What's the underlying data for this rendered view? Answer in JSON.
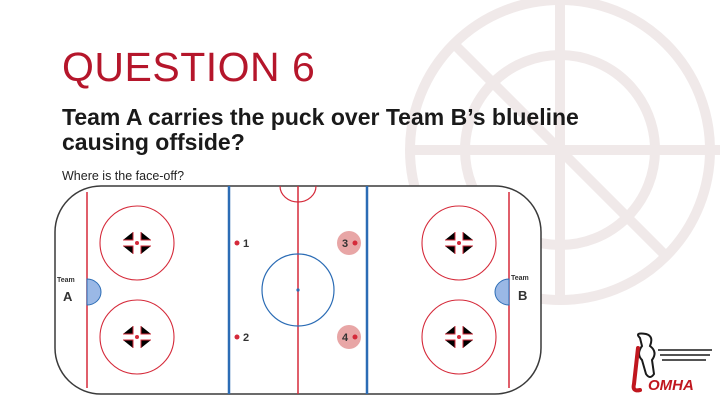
{
  "slide": {
    "title": "QUESTION 6",
    "question": "Team A carries the puck over Team B’s blueline causing offside?",
    "prompt": "Where is the face-off?"
  },
  "rink": {
    "team_left": {
      "label": "Team",
      "letter": "A"
    },
    "team_right": {
      "label": "Team",
      "letter": "B"
    },
    "faceoff_spots": [
      {
        "number": "1",
        "highlighted": false
      },
      {
        "number": "2",
        "highlighted": false
      },
      {
        "number": "3",
        "highlighted": true
      },
      {
        "number": "4",
        "highlighted": true
      }
    ]
  },
  "logo": {
    "text": "OMHA"
  },
  "colors": {
    "title": "#b5162b",
    "red_line": "#d52a3a",
    "blue_line": "#2b6cb5",
    "ice": "#ffffff",
    "crease": "#9ab8e6",
    "highlight_spot": "#e8a6a6"
  }
}
